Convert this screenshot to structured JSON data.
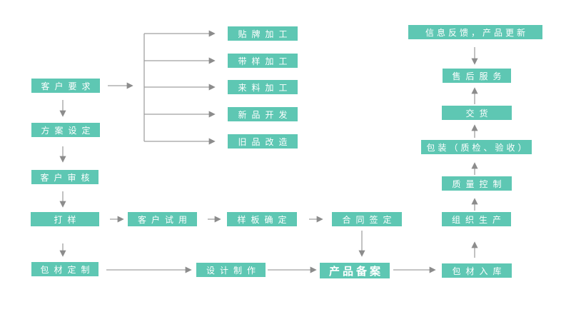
{
  "flowchart": {
    "nodes": {
      "customer_requirements": {
        "label": "客户要求"
      },
      "plan_setting": {
        "label": "方案设定"
      },
      "customer_review": {
        "label": "客户审核"
      },
      "sampling": {
        "label": "打样"
      },
      "packaging_customization": {
        "label": "包材定制"
      },
      "oem_processing": {
        "label": "贴牌加工"
      },
      "with_sample_processing": {
        "label": "带样加工"
      },
      "incoming_material_processing": {
        "label": "来料加工"
      },
      "new_product_development": {
        "label": "新品开发"
      },
      "old_product_renovation": {
        "label": "旧品改造"
      },
      "customer_trial": {
        "label": "客户试用"
      },
      "sample_confirmation": {
        "label": "样板确定"
      },
      "contract_signing": {
        "label": "合同签定"
      },
      "product_registration": {
        "label": "产品备案"
      },
      "design_production": {
        "label": "设计制作"
      },
      "packaging_warehousing": {
        "label": "包材入库"
      },
      "organize_production": {
        "label": "组织生产"
      },
      "quality_control": {
        "label": "质量控制"
      },
      "packing_inspection_acceptance": {
        "label": "包装（质检、验收）"
      },
      "delivery": {
        "label": "交货"
      },
      "after_sales_service": {
        "label": "售后服务"
      },
      "feedback_product_update": {
        "label": "信息反馈，产品更新"
      }
    },
    "edges": [
      {
        "from": "customer_requirements",
        "to": "oem_processing"
      },
      {
        "from": "customer_requirements",
        "to": "with_sample_processing"
      },
      {
        "from": "customer_requirements",
        "to": "incoming_material_processing"
      },
      {
        "from": "customer_requirements",
        "to": "new_product_development"
      },
      {
        "from": "customer_requirements",
        "to": "old_product_renovation"
      },
      {
        "from": "customer_requirements",
        "to": "plan_setting"
      },
      {
        "from": "plan_setting",
        "to": "customer_review"
      },
      {
        "from": "customer_review",
        "to": "sampling"
      },
      {
        "from": "sampling",
        "to": "customer_trial"
      },
      {
        "from": "sampling",
        "to": "packaging_customization"
      },
      {
        "from": "customer_trial",
        "to": "sample_confirmation"
      },
      {
        "from": "sample_confirmation",
        "to": "contract_signing"
      },
      {
        "from": "contract_signing",
        "to": "product_registration"
      },
      {
        "from": "packaging_customization",
        "to": "design_production"
      },
      {
        "from": "design_production",
        "to": "product_registration"
      },
      {
        "from": "product_registration",
        "to": "packaging_warehousing"
      },
      {
        "from": "packaging_warehousing",
        "to": "organize_production"
      },
      {
        "from": "organize_production",
        "to": "quality_control"
      },
      {
        "from": "quality_control",
        "to": "packing_inspection_acceptance"
      },
      {
        "from": "packing_inspection_acceptance",
        "to": "delivery"
      },
      {
        "from": "delivery",
        "to": "after_sales_service"
      },
      {
        "from": "feedback_product_update",
        "to": "after_sales_service"
      }
    ],
    "colors": {
      "box": "#5ec7b3",
      "arrow": "#a0a0a0",
      "arrowhead": "#8c8c8c",
      "text": "#ffffff",
      "background": "#ffffff"
    }
  }
}
